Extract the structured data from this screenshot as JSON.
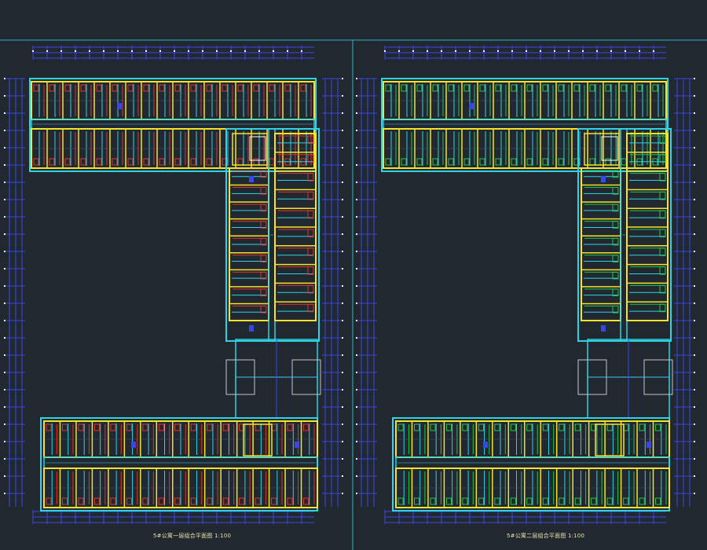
{
  "colors": {
    "background": "#212830",
    "frame": "#2bb7c6",
    "dimension": "#3a47e6",
    "wall": "#f4e22c",
    "partition": "#2fd3e6",
    "fixture": "#e2342c",
    "furniture": "#27c44a",
    "text": "#e9e2b0"
  },
  "drawings": [
    {
      "id": "left-plan",
      "caption": "5#公寓一层组合平面图 1:100",
      "plan_type": "first-floor",
      "room_fixture_color": "fixture"
    },
    {
      "id": "right-plan",
      "caption": "5#公寓二层组合平面图 1:100",
      "plan_type": "upper-floor",
      "room_fixture_color": "furniture"
    }
  ]
}
